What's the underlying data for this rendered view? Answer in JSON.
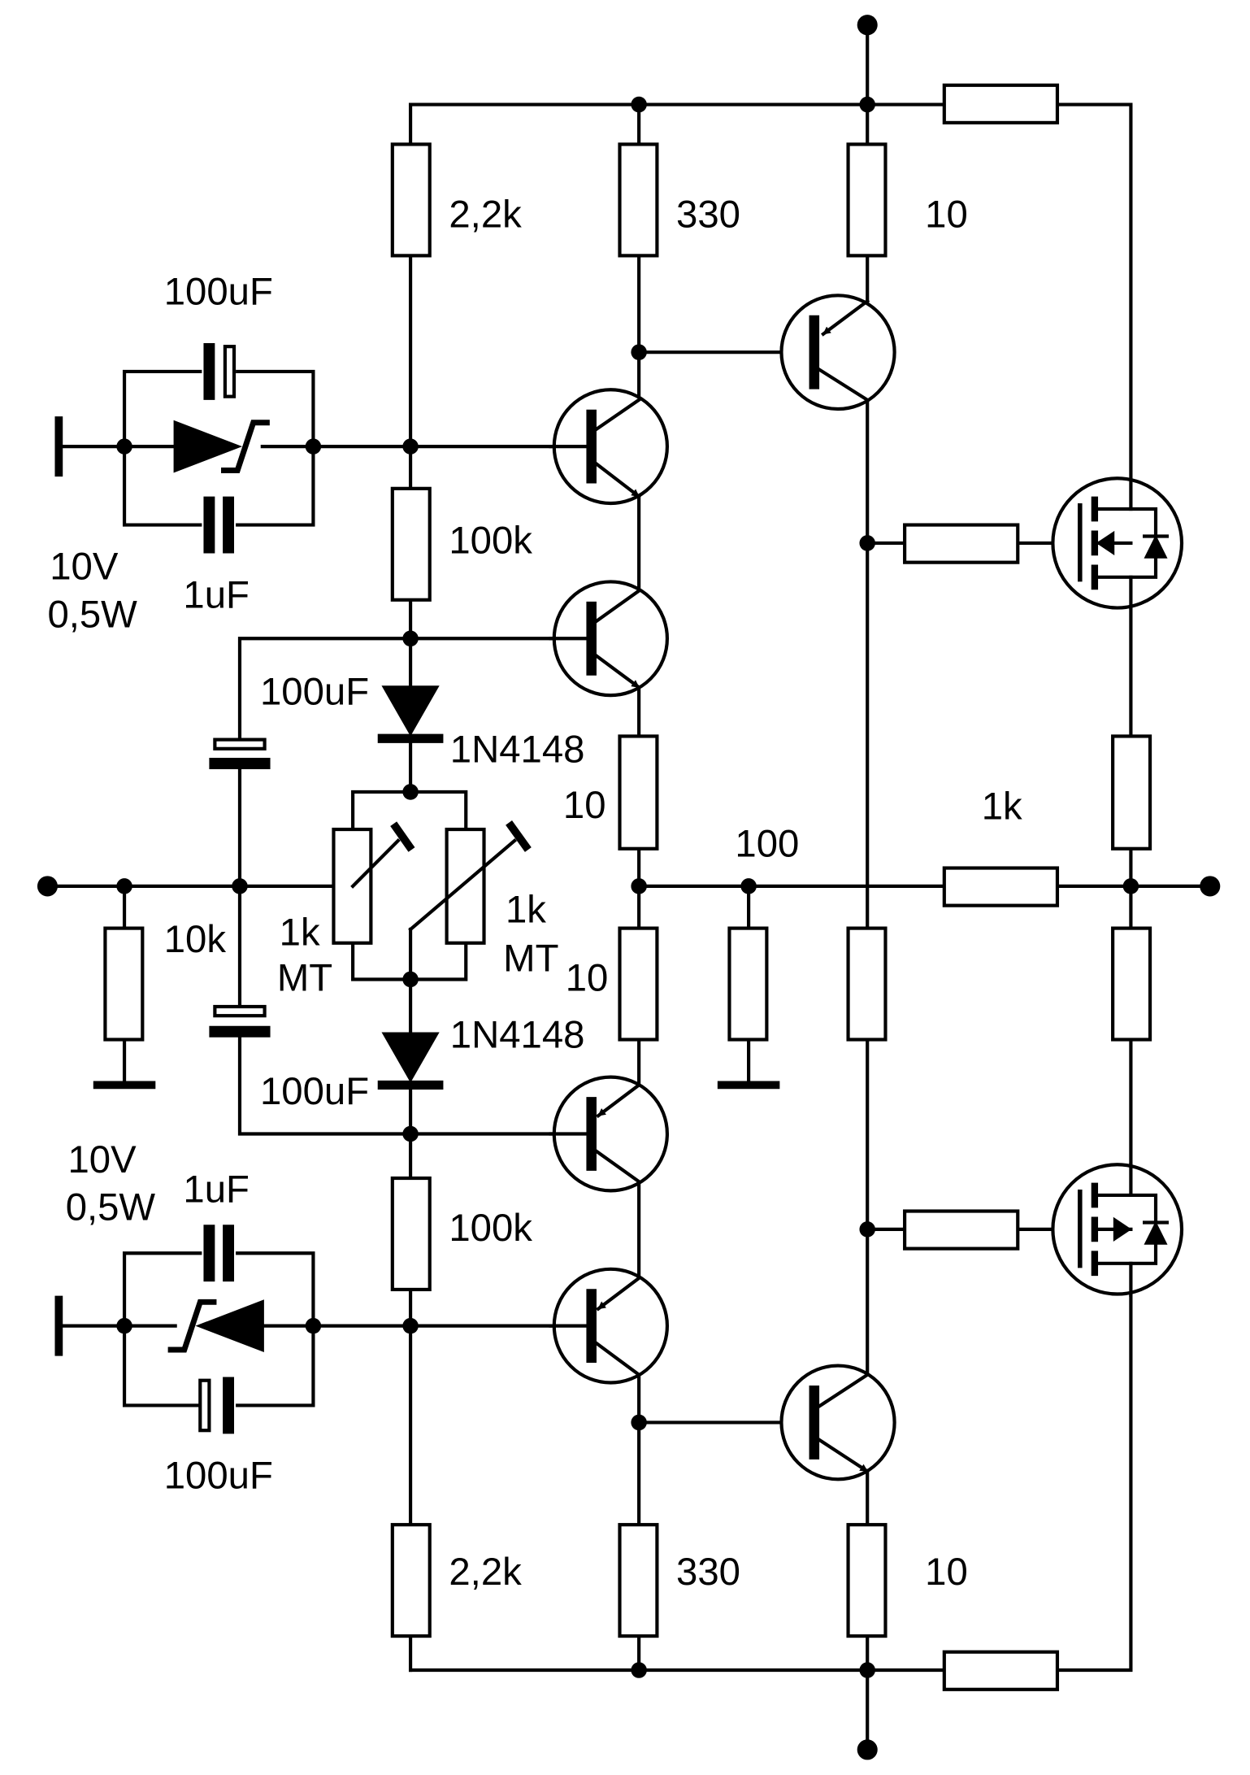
{
  "labels": {
    "r_top_2k2": "2,2k",
    "r_top_330": "330",
    "r_top_10": "10",
    "c_top_100uf": "100uF",
    "z_top_volt": "10V",
    "z_top_power": "0,5W",
    "c_top_1uf": "1uF",
    "r_top_100k": "100k",
    "c_mid_top_100uf": "100uF",
    "d_top_1n4148": "1N4148",
    "r_em_top_10": "10",
    "r_fb_100": "100",
    "r_fb_1k": "1k",
    "r_in_10k": "10k",
    "p_left_val": "1k",
    "p_left_type": "MT",
    "p_right_val": "1k",
    "p_right_type": "MT",
    "r_em_bot_10": "10",
    "d_bot_1n4148": "1N4148",
    "c_mid_bot_100uf": "100uF",
    "z_bot_volt": "10V",
    "z_bot_power": "0,5W",
    "c_bot_1uf": "1uF",
    "r_bot_100k": "100k",
    "c_bot_100uf": "100uF",
    "r_bot_2k2": "2,2k",
    "r_bot_330": "330",
    "r_bot_10": "10"
  },
  "colors": {
    "ink": "#000000",
    "paper": "#ffffff"
  }
}
